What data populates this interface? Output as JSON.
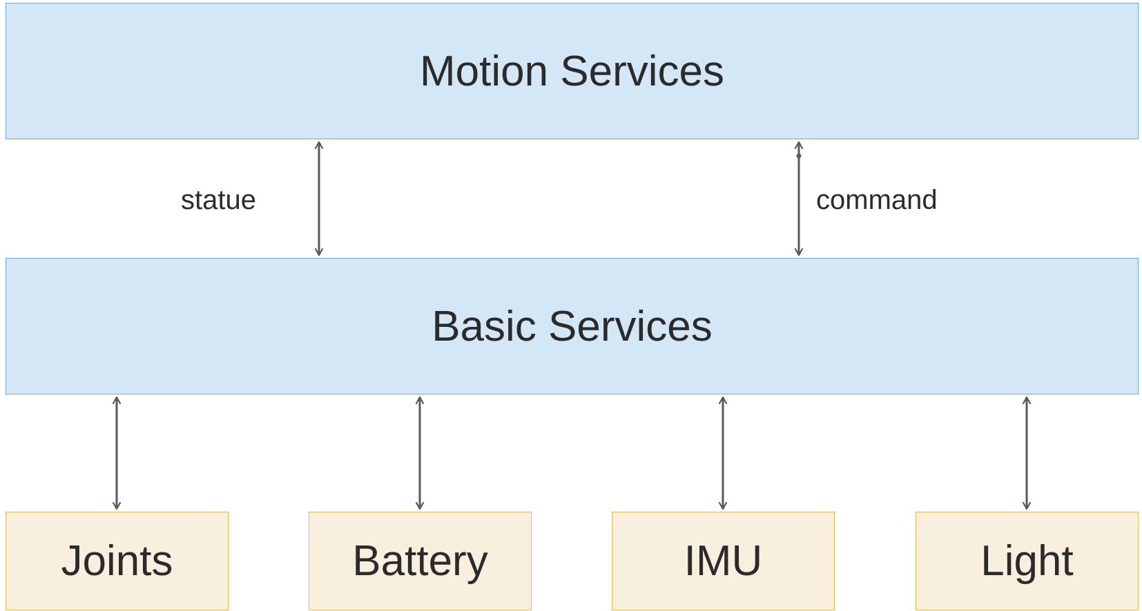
{
  "layers": {
    "top_label": "Motion Services",
    "bottom_label": "Basic Services"
  },
  "edge_labels": {
    "left": "statue",
    "right": "command"
  },
  "devices": [
    {
      "label": "Joints"
    },
    {
      "label": "Battery"
    },
    {
      "label": "IMU"
    },
    {
      "label": "Light"
    }
  ],
  "colors": {
    "layer_fill": "#d3e7f7",
    "layer_border": "#6ea9d8",
    "device_fill": "#f8efdf",
    "device_border": "#e6b85c",
    "arrow": "#595959",
    "text": "#2b2b2b"
  }
}
